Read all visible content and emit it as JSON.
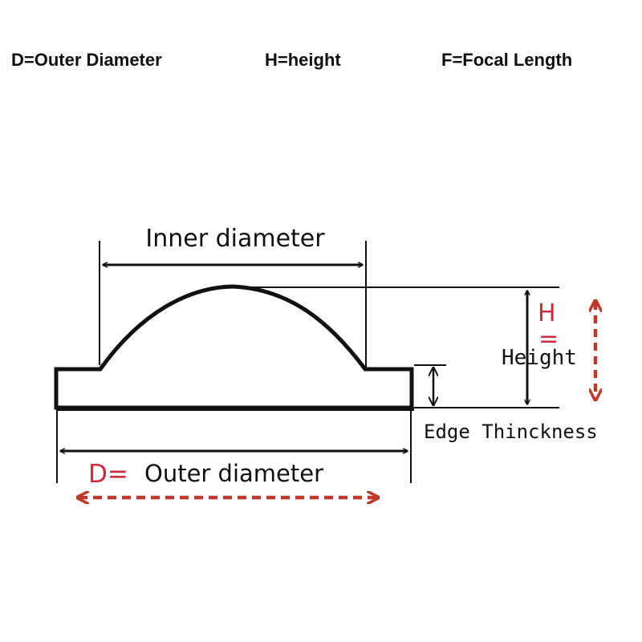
{
  "legend": {
    "outer_diameter": "D=Outer Diameter",
    "height": "H=height",
    "focal_length": "F=Focal Length"
  },
  "labels": {
    "inner_diameter": "Inner diameter",
    "outer_prefix": "D=",
    "outer_diameter": "Outer diameter",
    "height_prefix": "H",
    "height_equals": "=",
    "height": "Height",
    "edge_thickness": "Edge Thinckness"
  },
  "colors": {
    "line": "#111111",
    "accent": "#c0392b",
    "accent_text": "#d0283c"
  }
}
